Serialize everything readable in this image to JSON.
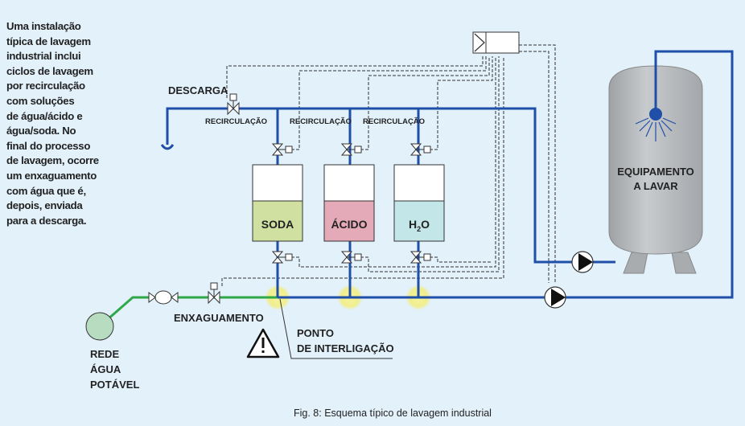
{
  "intro_text": "Uma instalação\ntípica de lavagem\nindustrial inclui\nciclos de lavagem\npor recirculação\ncom soluções\nde água/ácido e\nágua/soda. No\nfinal do processo\nde lavagem, ocorre\num enxaguamento\ncom água que é,\ndepois, enviada\npara a descarga.",
  "labels": {
    "descarga": "DESCARGA",
    "recirculacao": "RECIRCULAÇÃO",
    "enxaguamento": "ENXAGUAMENTO",
    "ponto_line1": "PONTO",
    "ponto_line2": "DE INTERLIGAÇÃO",
    "rede_line1": "REDE",
    "rede_line2": "ÁGUA",
    "rede_line3": "POTÁVEL",
    "equip_line1": "EQUIPAMENTO",
    "equip_line2": "A LAVAR"
  },
  "tanks": [
    {
      "label": "SODA",
      "color": "#cfe0a0"
    },
    {
      "label": "ÁCIDO",
      "color": "#e5aab7"
    },
    {
      "label": "H",
      "subscript": "2",
      "suffix": "O",
      "color": "#c3e6e8"
    }
  ],
  "caption": "Fig. 8: Esquema típico de lavagem industrial",
  "colors": {
    "pipe_blue": "#1f4fa8",
    "pipe_green": "#2fa84a",
    "interconnect_highlight": "#f3f19a",
    "tank_body": "#b6b9bb",
    "supply_circle": "#b8dcc0",
    "background": "#e3f1fb"
  }
}
